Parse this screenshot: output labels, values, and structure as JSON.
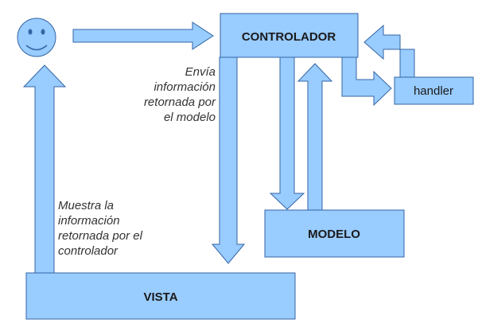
{
  "colors": {
    "box_fill": "#99ccff",
    "stroke": "#3465a4",
    "face_fill": "#99ccff",
    "text": "#1a1a1a"
  },
  "actor": {
    "icon": "smiley-face-icon"
  },
  "boxes": {
    "controlador": "CONTROLADOR",
    "handler": "handler",
    "modelo": "MODELO",
    "vista": "VISTA"
  },
  "notes": {
    "envia": [
      "Envía",
      "información",
      "retornada por",
      "el modelo"
    ],
    "muestra": [
      "Muestra la",
      "información",
      "retornada por el",
      "controlador"
    ]
  }
}
